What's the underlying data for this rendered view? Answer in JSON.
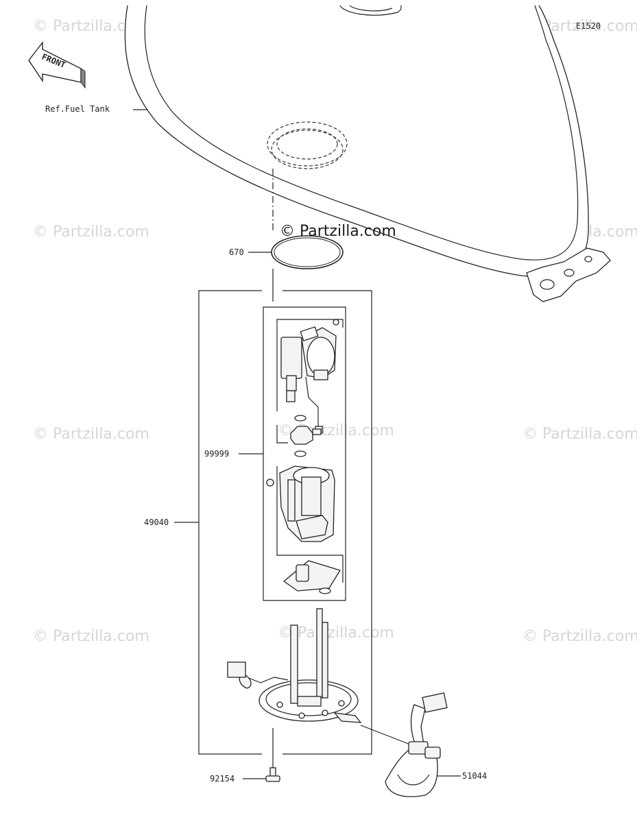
{
  "diagram_code": "E1520",
  "front_label": "FRONT",
  "ref_label": "Ref.Fuel Tank",
  "watermark": "© Partzilla.com",
  "watermark_main": "© Partzilla.com",
  "parts": [
    {
      "number": "670"
    },
    {
      "number": "99999"
    },
    {
      "number": "49040"
    },
    {
      "number": "92154"
    },
    {
      "number": "51044"
    }
  ]
}
